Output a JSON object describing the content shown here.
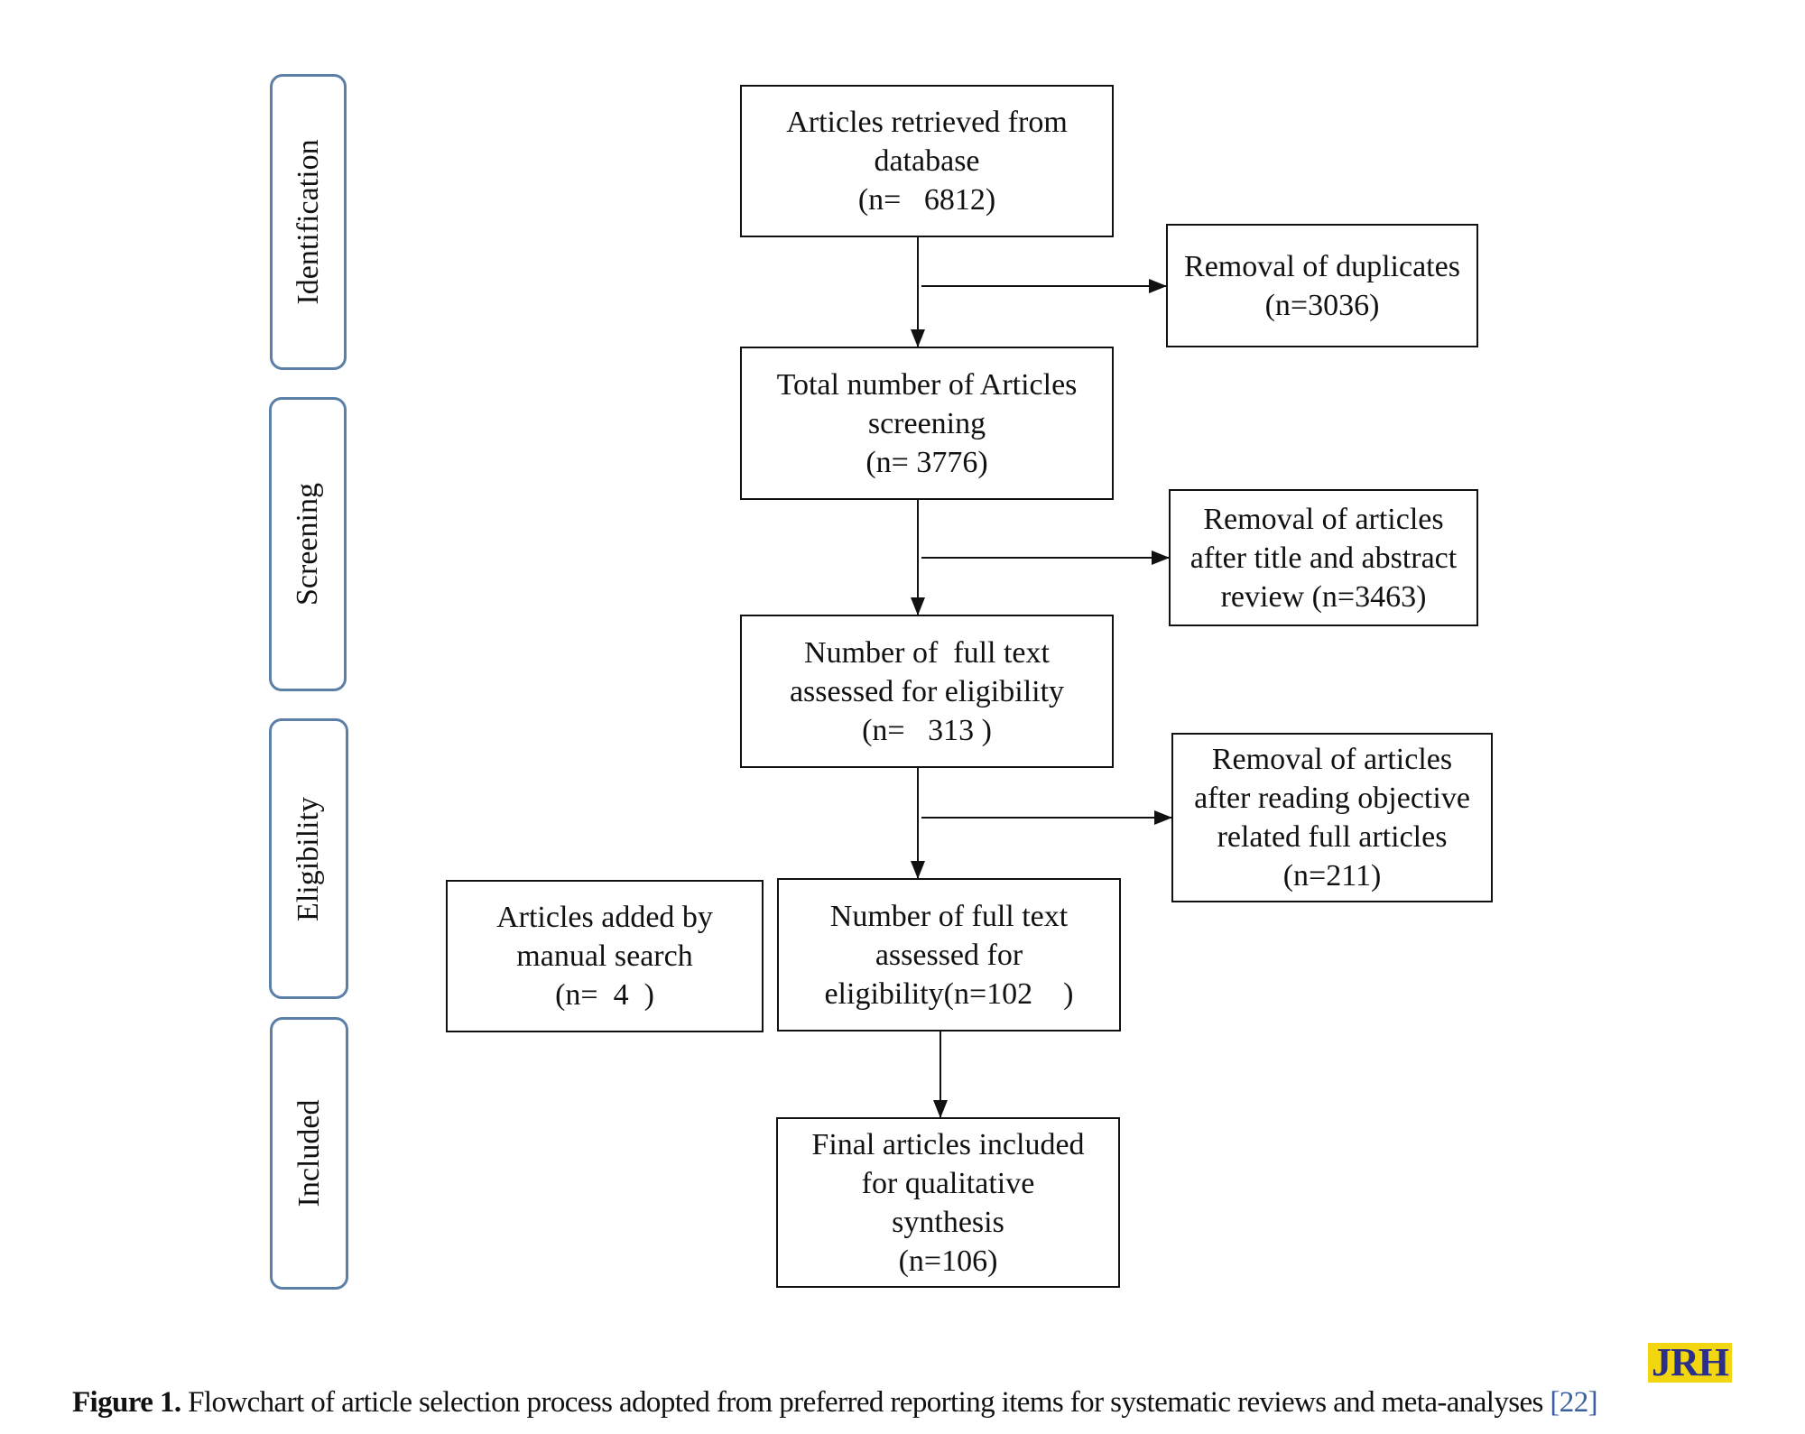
{
  "stages": [
    {
      "id": "identification",
      "label": "Identification"
    },
    {
      "id": "screening",
      "label": "Screening"
    },
    {
      "id": "eligibility",
      "label": "Eligibility"
    },
    {
      "id": "included",
      "label": "Included"
    }
  ],
  "nodes": {
    "retrieved": {
      "lines": [
        "Articles retrieved from",
        "database",
        "(n=   6812)"
      ]
    },
    "duplicates": {
      "lines": [
        "Removal of duplicates",
        "(n=3036)"
      ]
    },
    "screening": {
      "lines": [
        "Total number of Articles",
        "screening",
        "(n= 3776)"
      ]
    },
    "title_abstract": {
      "lines": [
        "Removal of articles",
        "after title and abstract",
        "review (n=3463)"
      ]
    },
    "fulltext_313": {
      "lines": [
        "Number of  full text",
        "assessed for eligibility",
        "(n=   313 )"
      ]
    },
    "objective_removed": {
      "lines": [
        "Removal of articles",
        "after reading objective",
        "related full articles",
        "(n=211)"
      ]
    },
    "manual_search": {
      "lines": [
        "Articles added by",
        "manual search",
        "(n=  4  )"
      ]
    },
    "fulltext_102": {
      "lines": [
        "Number of full text",
        "assessed for",
        "eligibility(n=102    )"
      ]
    },
    "final": {
      "lines": [
        "Final articles included",
        "for qualitative",
        "synthesis",
        "(n=106)"
      ]
    }
  },
  "edges": [
    {
      "from": "retrieved",
      "to": "screening"
    },
    {
      "from": "retrieved",
      "to": "duplicates"
    },
    {
      "from": "screening",
      "to": "fulltext_313"
    },
    {
      "from": "screening",
      "to": "title_abstract"
    },
    {
      "from": "fulltext_313",
      "to": "fulltext_102"
    },
    {
      "from": "fulltext_313",
      "to": "objective_removed"
    },
    {
      "from": "fulltext_102",
      "to": "final"
    }
  ],
  "caption": {
    "label": "Figure 1.",
    "text": " Flowchart of article selection process adopted from preferred reporting items for systematic reviews and meta-analyses ",
    "ref": "[22]"
  },
  "logo": {
    "text": "JRH"
  },
  "colors": {
    "stage_border": "#5b7fa6",
    "box_border": "#111111",
    "ref_link": "#3a5fa0"
  }
}
